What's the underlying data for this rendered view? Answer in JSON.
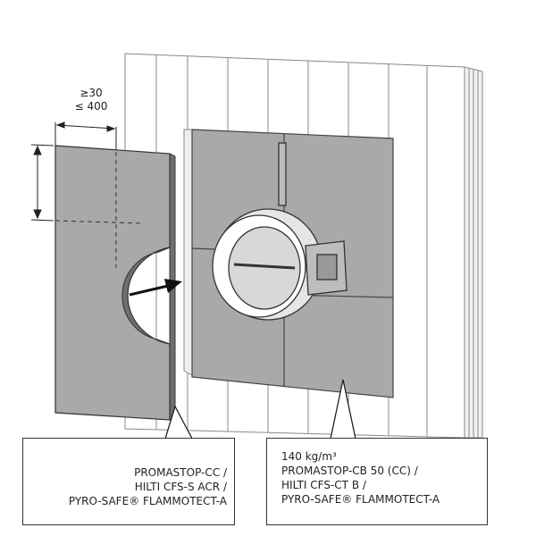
{
  "dimension": {
    "min": "≥30",
    "max": "≤ 400"
  },
  "left_callout": {
    "lines": [
      "PROMASTOP-CC /",
      "HILTI CFS-S ACR /",
      "PYRO-SAFE® FLAMMOTECT-A"
    ]
  },
  "right_callout": {
    "density": "140 kg/m³",
    "lines": [
      "PROMASTOP-CB 50 (CC) /",
      "HILTI CFS-CT B /",
      "PYRO-SAFE® FLAMMOTECT-A"
    ]
  },
  "colors": {
    "board": "#a9a9ab",
    "board_edge": "#6f6f72",
    "line": "#333333"
  }
}
